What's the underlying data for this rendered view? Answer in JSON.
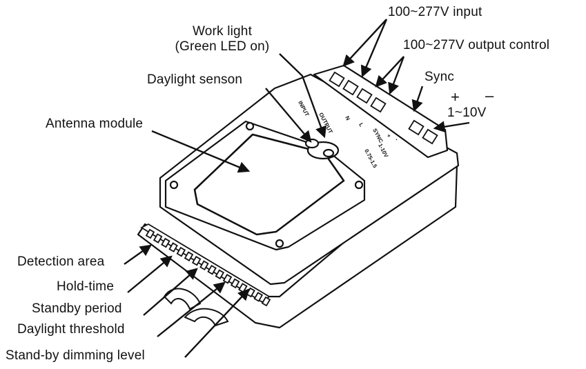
{
  "labels": {
    "input_range": "100~277V input",
    "output_control": "100~277V output control",
    "work_light_line1": "Work light",
    "work_light_line2": "(Green LED on)",
    "daylight_sensor": "Daylight senson",
    "sync": "Sync",
    "plus": "+",
    "minus": "–",
    "dimming_range": "1~10V",
    "antenna_module": "Antenna module",
    "detection_area": "Detection area",
    "hold_time": "Hold-time",
    "standby_period": "Standby period",
    "daylight_threshold": "Daylight threshold",
    "standby_dimming_level": "Stand-by dimming level"
  },
  "terminal_marks": {
    "input": "INPUT",
    "output": "OUTPUT",
    "n": "N",
    "l": "L",
    "sync": "SYNC",
    "plus": "+",
    "minus": "-",
    "dim_range": "1-10V",
    "dim_wire": "0.75-1.5"
  }
}
